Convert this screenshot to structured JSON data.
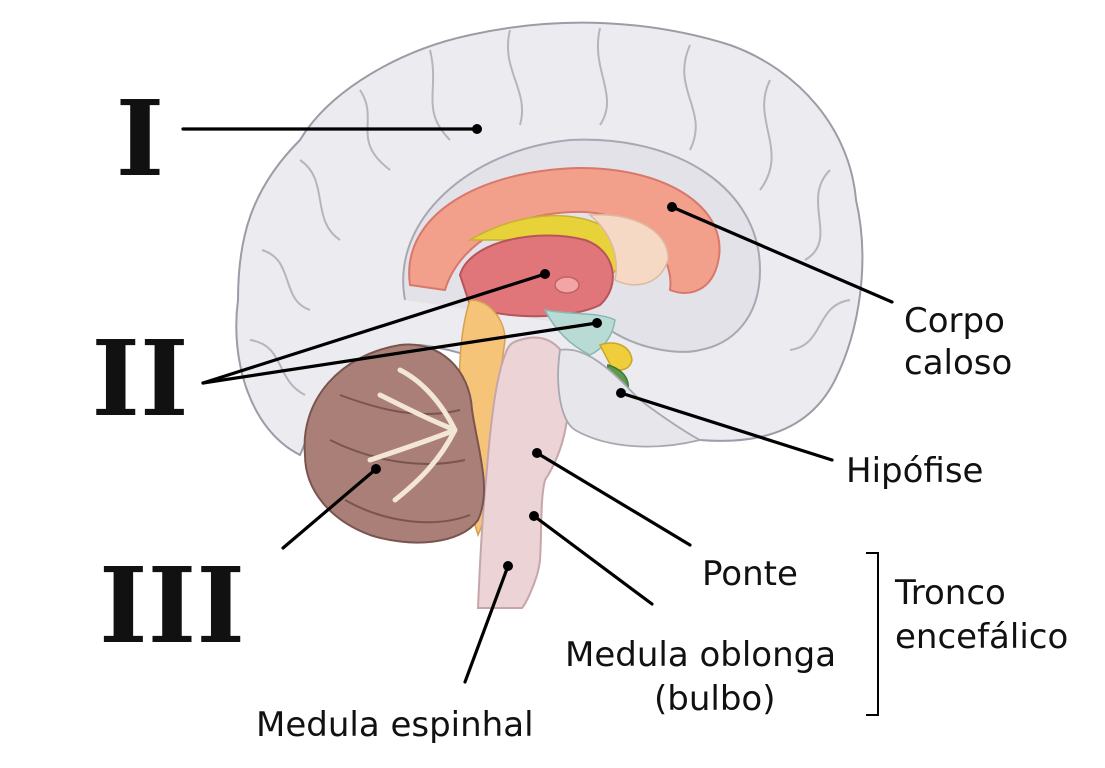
{
  "diagram": {
    "roman_labels": {
      "first": "I",
      "second": "II",
      "third": "III"
    },
    "labels": {
      "corpo_caloso_line1": "Corpo",
      "corpo_caloso_line2": "caloso",
      "hipofise": "Hipófise",
      "ponte": "Ponte",
      "medula_oblonga_line1": "Medula oblonga",
      "medula_oblonga_line2": "(bulbo)",
      "tronco_line1": "Tronco",
      "tronco_line2": "encefálico",
      "medula_espinhal": "Medula espinhal"
    },
    "colors": {
      "cerebrum": "#e9e9ee",
      "cerebrum_outline": "#9c9ca6",
      "corpus_callosum": "#f2a08c",
      "thalamus": "#e0757a",
      "brainstem": "#ecd4d6",
      "cerebellum": "#a97f78",
      "pituitary": "#5e9a4e",
      "label_text": "#111111"
    }
  }
}
